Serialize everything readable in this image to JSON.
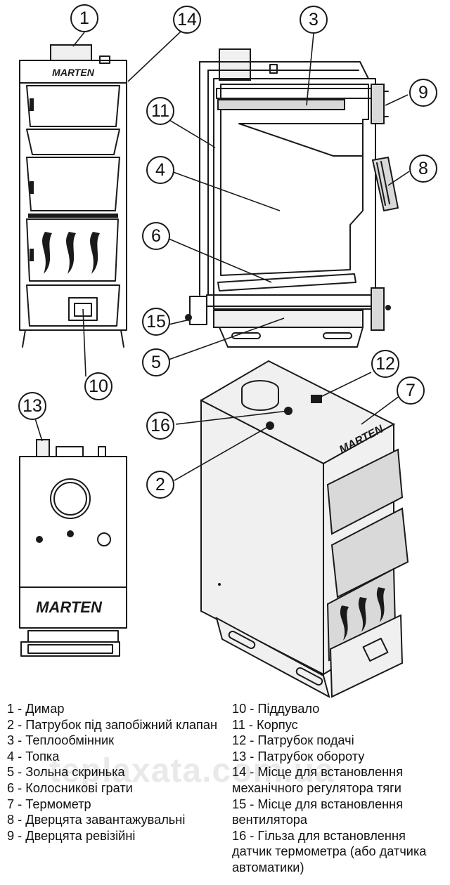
{
  "callouts": [
    {
      "id": "c1",
      "label": "1"
    },
    {
      "id": "c2",
      "label": "2"
    },
    {
      "id": "c3",
      "label": "3"
    },
    {
      "id": "c4",
      "label": "4"
    },
    {
      "id": "c5",
      "label": "5"
    },
    {
      "id": "c6",
      "label": "6"
    },
    {
      "id": "c7",
      "label": "7"
    },
    {
      "id": "c8",
      "label": "8"
    },
    {
      "id": "c9",
      "label": "9"
    },
    {
      "id": "c10",
      "label": "10"
    },
    {
      "id": "c11",
      "label": "11"
    },
    {
      "id": "c12",
      "label": "12"
    },
    {
      "id": "c13",
      "label": "13"
    },
    {
      "id": "c14",
      "label": "14"
    },
    {
      "id": "c15",
      "label": "15"
    },
    {
      "id": "c16",
      "label": "16"
    }
  ],
  "brand": "MARTEN",
  "legend": {
    "left": [
      "1 - Димар",
      "2 - Патрубок під запобіжний клапан",
      "3 - Теплообмінник",
      "4 - Топка",
      "5 - Зольна скринька",
      "6 - Колосникові грати",
      "7 - Термометр",
      "8 - Дверцята завантажувальні",
      "9 - Дверцята ревізійні"
    ],
    "right": [
      "10 - Піддувало",
      "11 - Корпус",
      "12 - Патрубок подачі",
      "13 - Патрубок обороту",
      "14 - Місце для встановлення механічного регулятора тяги",
      "15 - Місце для встановлення вентилятора",
      "16 - Гільза для встановлення датчик термометра (або датчика автоматики)"
    ]
  },
  "watermark": "teplaxata.com.ua"
}
